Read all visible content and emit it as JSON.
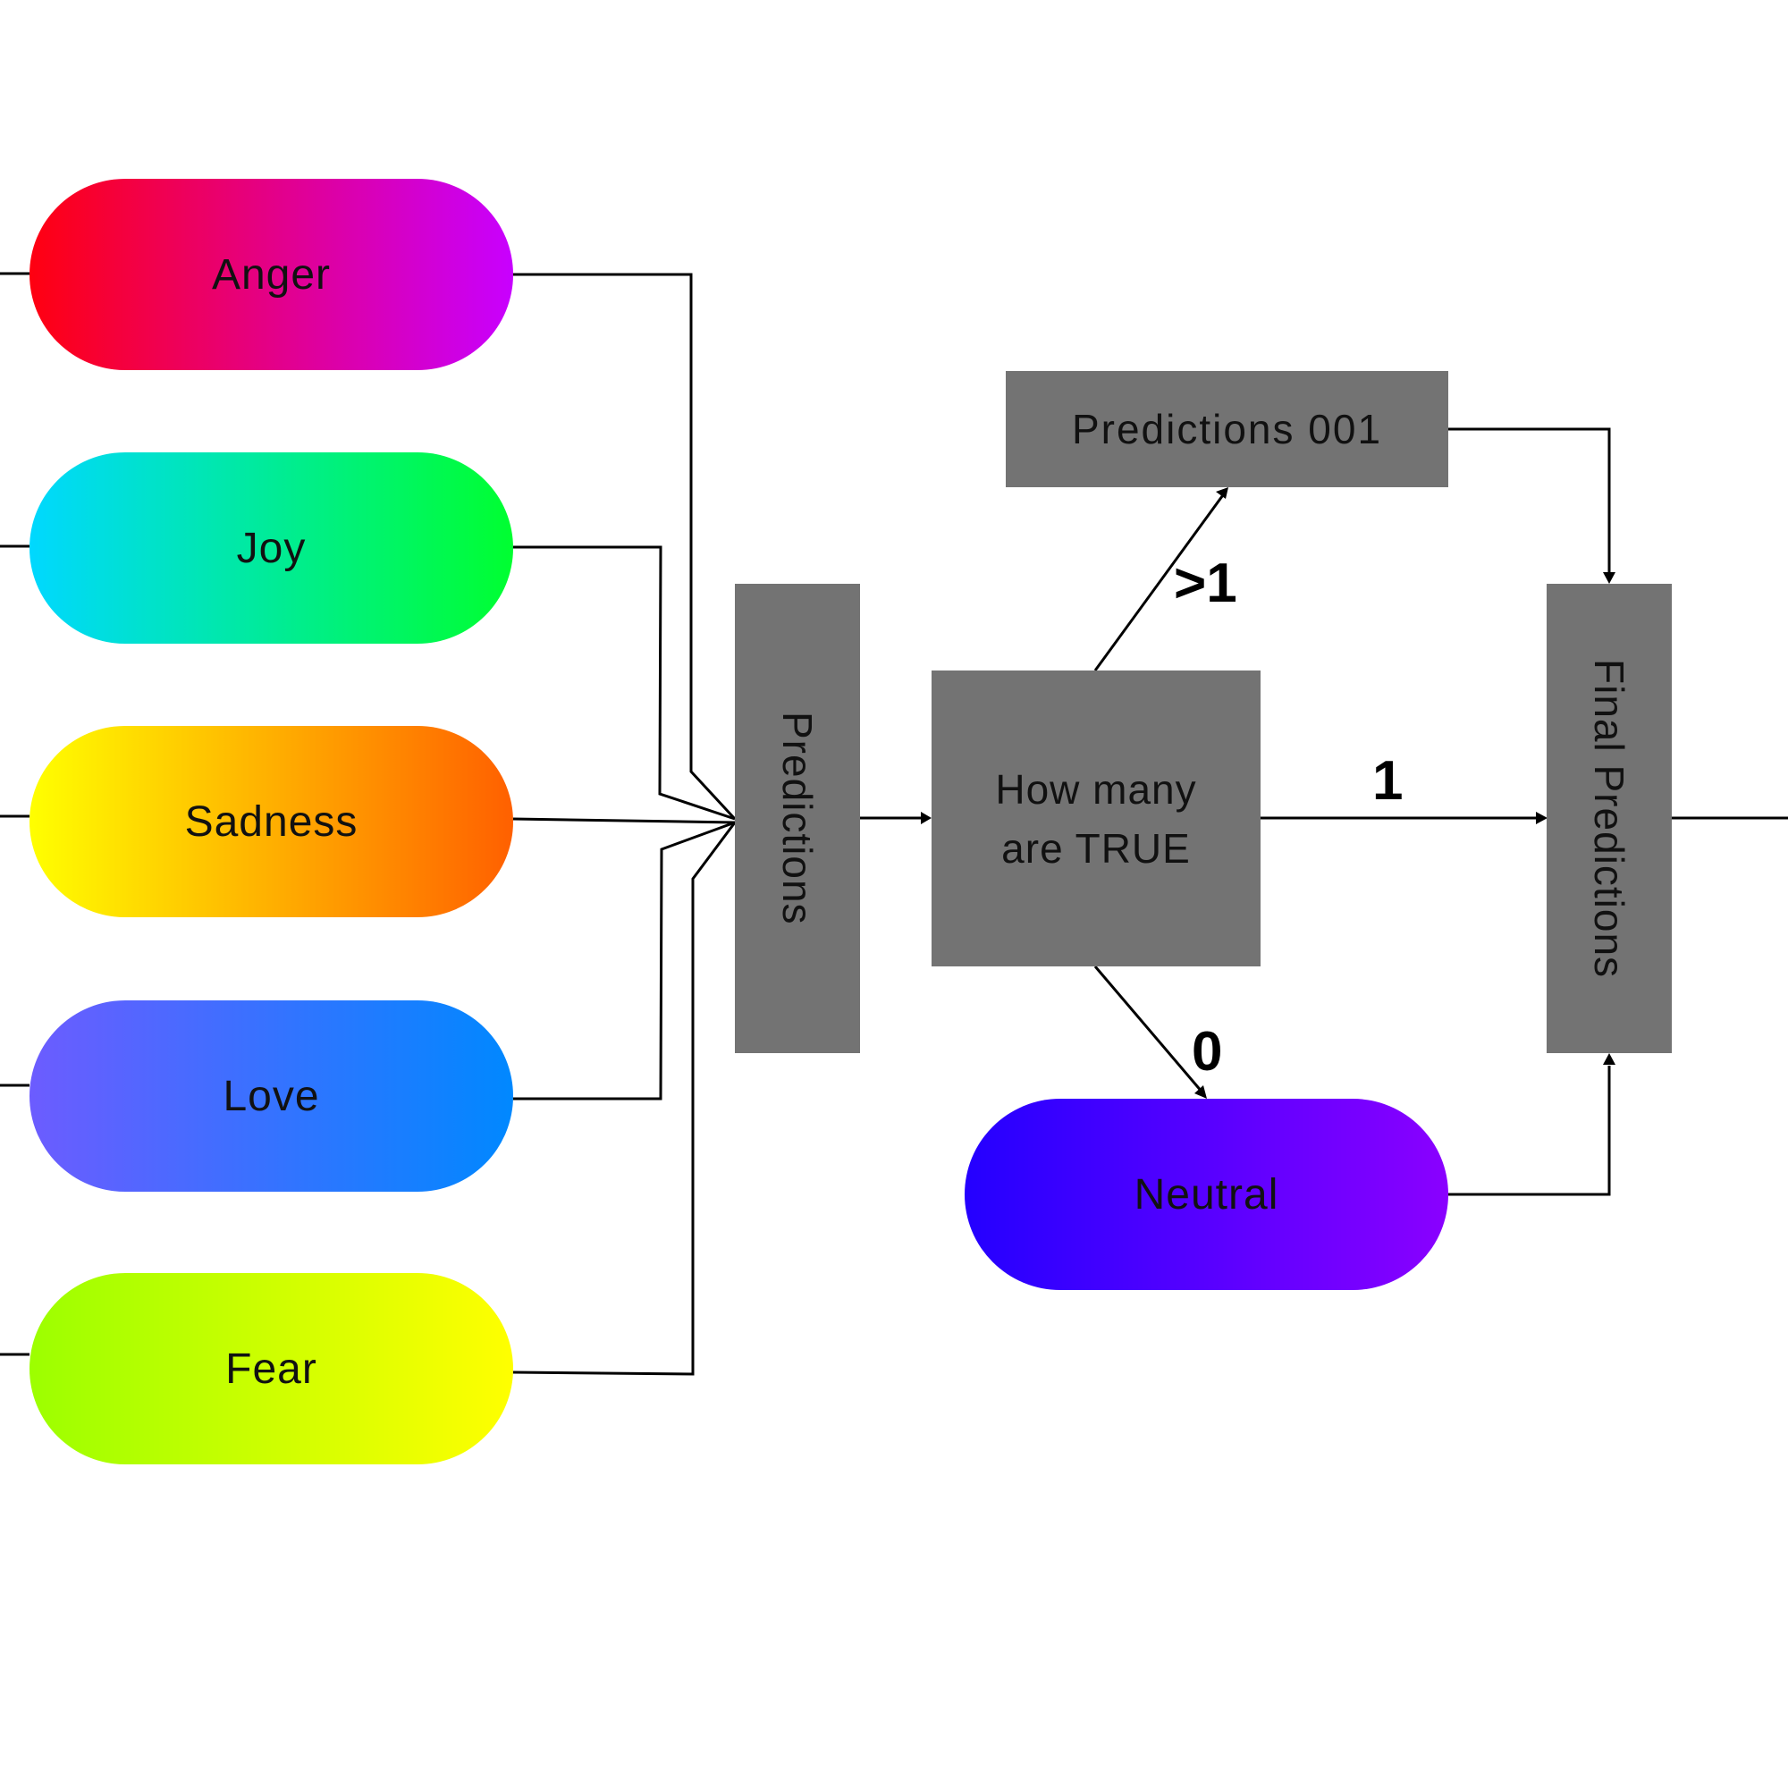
{
  "emotions": [
    {
      "label": "Anger",
      "gradient": [
        "#ff0010",
        "#c800ff"
      ]
    },
    {
      "label": "Joy",
      "gradient": [
        "#00d8ff",
        "#00ff30"
      ]
    },
    {
      "label": "Sadness",
      "gradient": [
        "#ffff00",
        "#ff6000"
      ]
    },
    {
      "label": "Love",
      "gradient": [
        "#6c5cff",
        "#0088ff"
      ]
    },
    {
      "label": "Fear",
      "gradient": [
        "#9cff00",
        "#ffff00"
      ]
    }
  ],
  "predictions_box": {
    "label": "Predictions",
    "color": "#737373"
  },
  "decision_box": {
    "line1": "How many",
    "line2": "are TRUE",
    "color": "#737373"
  },
  "predictions_001_box": {
    "label": "Predictions 001",
    "color": "#737373"
  },
  "final_predictions_box": {
    "label": "Final Predictions",
    "color": "#737373"
  },
  "neutral": {
    "label": "Neutral",
    "gradient": [
      "#2400ff",
      "#8a00ff"
    ]
  },
  "edge_labels": {
    "greater_than_one": ">1",
    "one": "1",
    "zero": "0"
  }
}
